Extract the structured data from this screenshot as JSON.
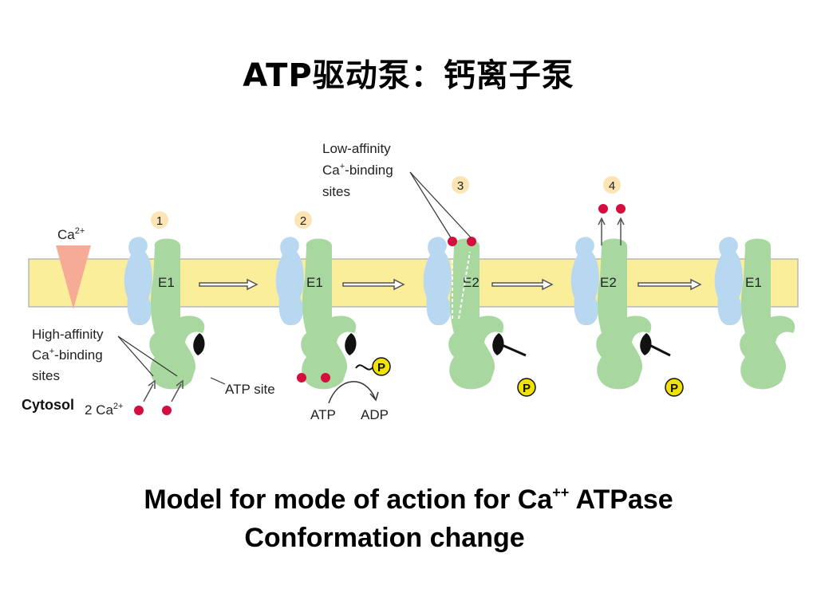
{
  "title": "ATP驱动泵：钙离子泵",
  "diagram": {
    "labels": {
      "ca_gradient": "Ca",
      "ca_gradient_sup": "2+",
      "low_affinity": [
        "Low-affinity",
        "Ca",
        "+",
        "-binding",
        "sites"
      ],
      "high_affinity": [
        "High-affinity",
        "Ca",
        "+",
        "-binding",
        "sites"
      ],
      "cytosol": "Cytosol",
      "two_ca": "2 Ca",
      "two_ca_sup": "2+",
      "atp_site": "ATP site",
      "atp": "ATP",
      "adp": "ADP",
      "phosphate": "P"
    },
    "steps": [
      "1",
      "2",
      "3",
      "4"
    ],
    "states": [
      "E1",
      "E1",
      "E2",
      "E2",
      "E1"
    ]
  },
  "caption": {
    "line1_pre": "Model for mode of action for Ca",
    "line1_sup": "++",
    "line1_post": " ATPase",
    "line2": "Conformation change"
  },
  "colors": {
    "membrane": "#fbee9a",
    "membrane_border": "#b8b8b8",
    "pump_green": "#a8d8a0",
    "pump_blue": "#b8d8f2",
    "calcium": "#d40e3e",
    "phosphate": "#f2e200",
    "step_circle": "#fde4b4",
    "gradient": "#f6ab96"
  }
}
